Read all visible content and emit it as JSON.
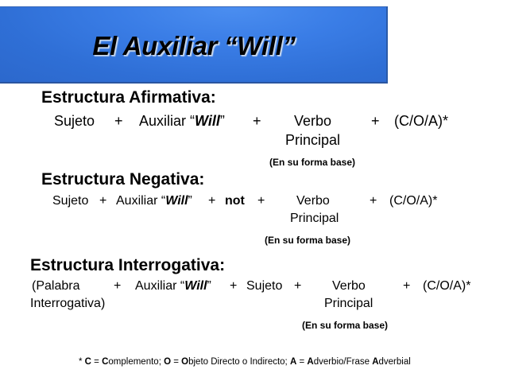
{
  "banner": {
    "title": "El Auxiliar “Will”",
    "background_color": "#3a7de6"
  },
  "sections": {
    "affirmative": {
      "heading": "Estructura Afirmativa:",
      "subject": "Sujeto",
      "plus1": "+",
      "aux_prefix": "Auxiliar “",
      "aux_will": "Will",
      "aux_suffix": "”",
      "plus2": "+",
      "verb_line1": "Verbo",
      "verb_line2": "Principal",
      "plus3": "+",
      "complement": "(C/O/A)*",
      "note": "(En su forma base)"
    },
    "negative": {
      "heading": "Estructura Negativa:",
      "subject": "Sujeto",
      "plus1": "+",
      "aux_prefix": "Auxiliar “",
      "aux_will": "Will",
      "aux_suffix": "”",
      "plus2": "+",
      "not": "not",
      "plus3": "+",
      "verb_line1": "Verbo",
      "verb_line2": "Principal",
      "plus4": "+",
      "complement": "(C/O/A)*",
      "note": "(En su forma base)"
    },
    "interrogative": {
      "heading": "Estructura Interrogativa:",
      "qword_line1": "(Palabra",
      "qword_line2": "Interrogativa)",
      "plus1": "+",
      "aux_prefix": "Auxiliar “",
      "aux_will": "Will",
      "aux_suffix": "”",
      "plus2": "+",
      "subject": "Sujeto",
      "plus3": "+",
      "verb_line1": "Verbo",
      "verb_line2": "Principal",
      "plus4": "+",
      "complement": "(C/O/A)*",
      "note": "(En su forma base)"
    }
  },
  "footnote": {
    "star": "* ",
    "c_key": "C",
    "eq1": " = ",
    "c_initial": "C",
    "c_rest": "omplemento; ",
    "o_key": "O",
    "eq2": " = ",
    "o_initial": "O",
    "o_rest": "bjeto Directo o Indirecto; ",
    "a_key": "A",
    "eq3": " = ",
    "a_initial": "A",
    "a_rest": "dverbio/Frase ",
    "a2_initial": "A",
    "a2_rest": "dverbial"
  }
}
